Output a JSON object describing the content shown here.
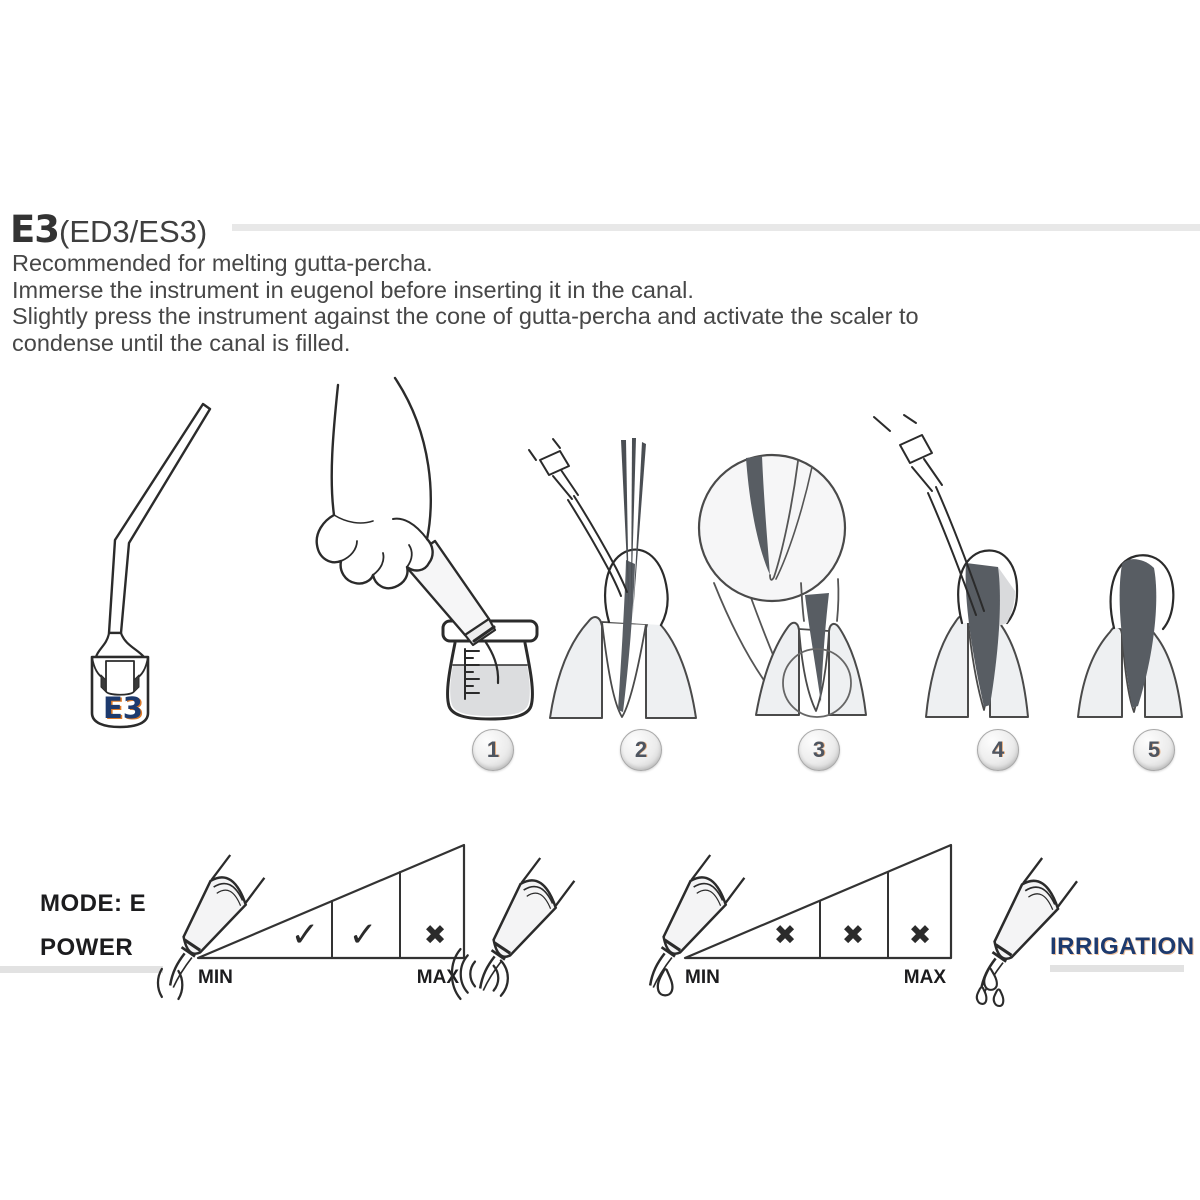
{
  "document": {
    "background_color": "#ffffff"
  },
  "header": {
    "title_code": "E3",
    "title_variants": "(ED3/ES3)",
    "description_lines": [
      "Recommended for melting gutta-percha.",
      "Immerse the instrument in eugenol before inserting it in the canal.",
      "Slightly press the instrument against the cone of gutta-percha and activate the scaler to",
      "condense until the canal is filled."
    ]
  },
  "illustrations": {
    "tip_label": "E3",
    "step_numbers": [
      "1",
      "2",
      "3",
      "4",
      "5"
    ],
    "step_icons": [
      "dip-tip-in-eugenol-beaker",
      "insert-tip-with-gutta-percha-cones",
      "magnified-canal-apex-view",
      "condense-gutta-percha-in-canal",
      "canal-filled-result"
    ]
  },
  "settings": {
    "mode_label": "MODE: E",
    "power_label": "POWER",
    "irrigation_label": "IRRIGATION",
    "power_scale": {
      "min_label": "MIN",
      "max_label": "MAX",
      "marks": [
        "✓",
        "✓",
        "✖"
      ],
      "marks_meaning": [
        "allowed",
        "allowed",
        "not-allowed"
      ]
    },
    "irrigation_scale": {
      "min_label": "MIN",
      "max_label": "MAX",
      "marks": [
        "✖",
        "✖",
        "✖"
      ],
      "marks_meaning": [
        "not-allowed",
        "not-allowed",
        "not-allowed"
      ]
    }
  },
  "colors": {
    "body_text": "#474747",
    "divider_gray": "#e8e8e8",
    "line_dark": "#2b2b2b",
    "canal_dark": "#585d63",
    "tooth_light": "#eef0f2",
    "liquid_gray": "#dcdddf",
    "navy_accent": "#1d3a6e",
    "orange_accent": "#de7a28"
  }
}
